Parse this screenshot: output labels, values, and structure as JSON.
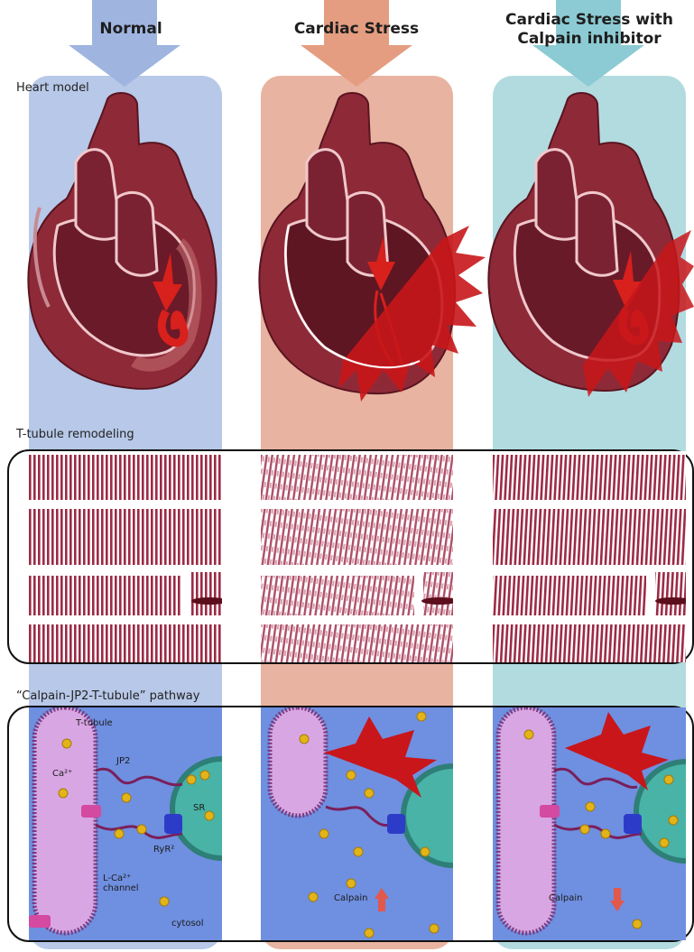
{
  "columns": [
    {
      "title_line1": "Normal",
      "title_line2": "",
      "color": "#b7c8e8",
      "arrow_color": "#8fa8d8"
    },
    {
      "title_line1": "Cardiac Stress",
      "title_line2": "",
      "color": "#e8b3a0",
      "arrow_color": "#e39a7c"
    },
    {
      "title_line1": "Cardiac Stress with",
      "title_line2": "Calpain inhibitor",
      "color": "#b2dbe0",
      "arrow_color": "#86c6cf"
    }
  ],
  "sections": {
    "heart_model": "Heart model",
    "t_tubule": "T-tubule remodeling",
    "pathway": "“Calpain-JP2-T-tubule” pathway"
  },
  "pathway_labels": {
    "t_tubule": "T-tubule",
    "ca": "Ca²⁺",
    "jp2": "JP2",
    "sr": "SR",
    "ryr": "RyR²",
    "l_ca_line1": "L-Ca²⁺",
    "l_ca_line2": "channel",
    "cytosol": "cytosol",
    "calpain_up": "Calpain",
    "calpain_down": "Calpain"
  },
  "colors": {
    "myocardium": "#8e2a38",
    "blood_arrow": "#d8201c",
    "stress_burst": "#c8161a",
    "t_tubule_fill": "#d9a6e4",
    "sr_fill": "#48b3a6",
    "ca_ion": "#e2b419"
  }
}
